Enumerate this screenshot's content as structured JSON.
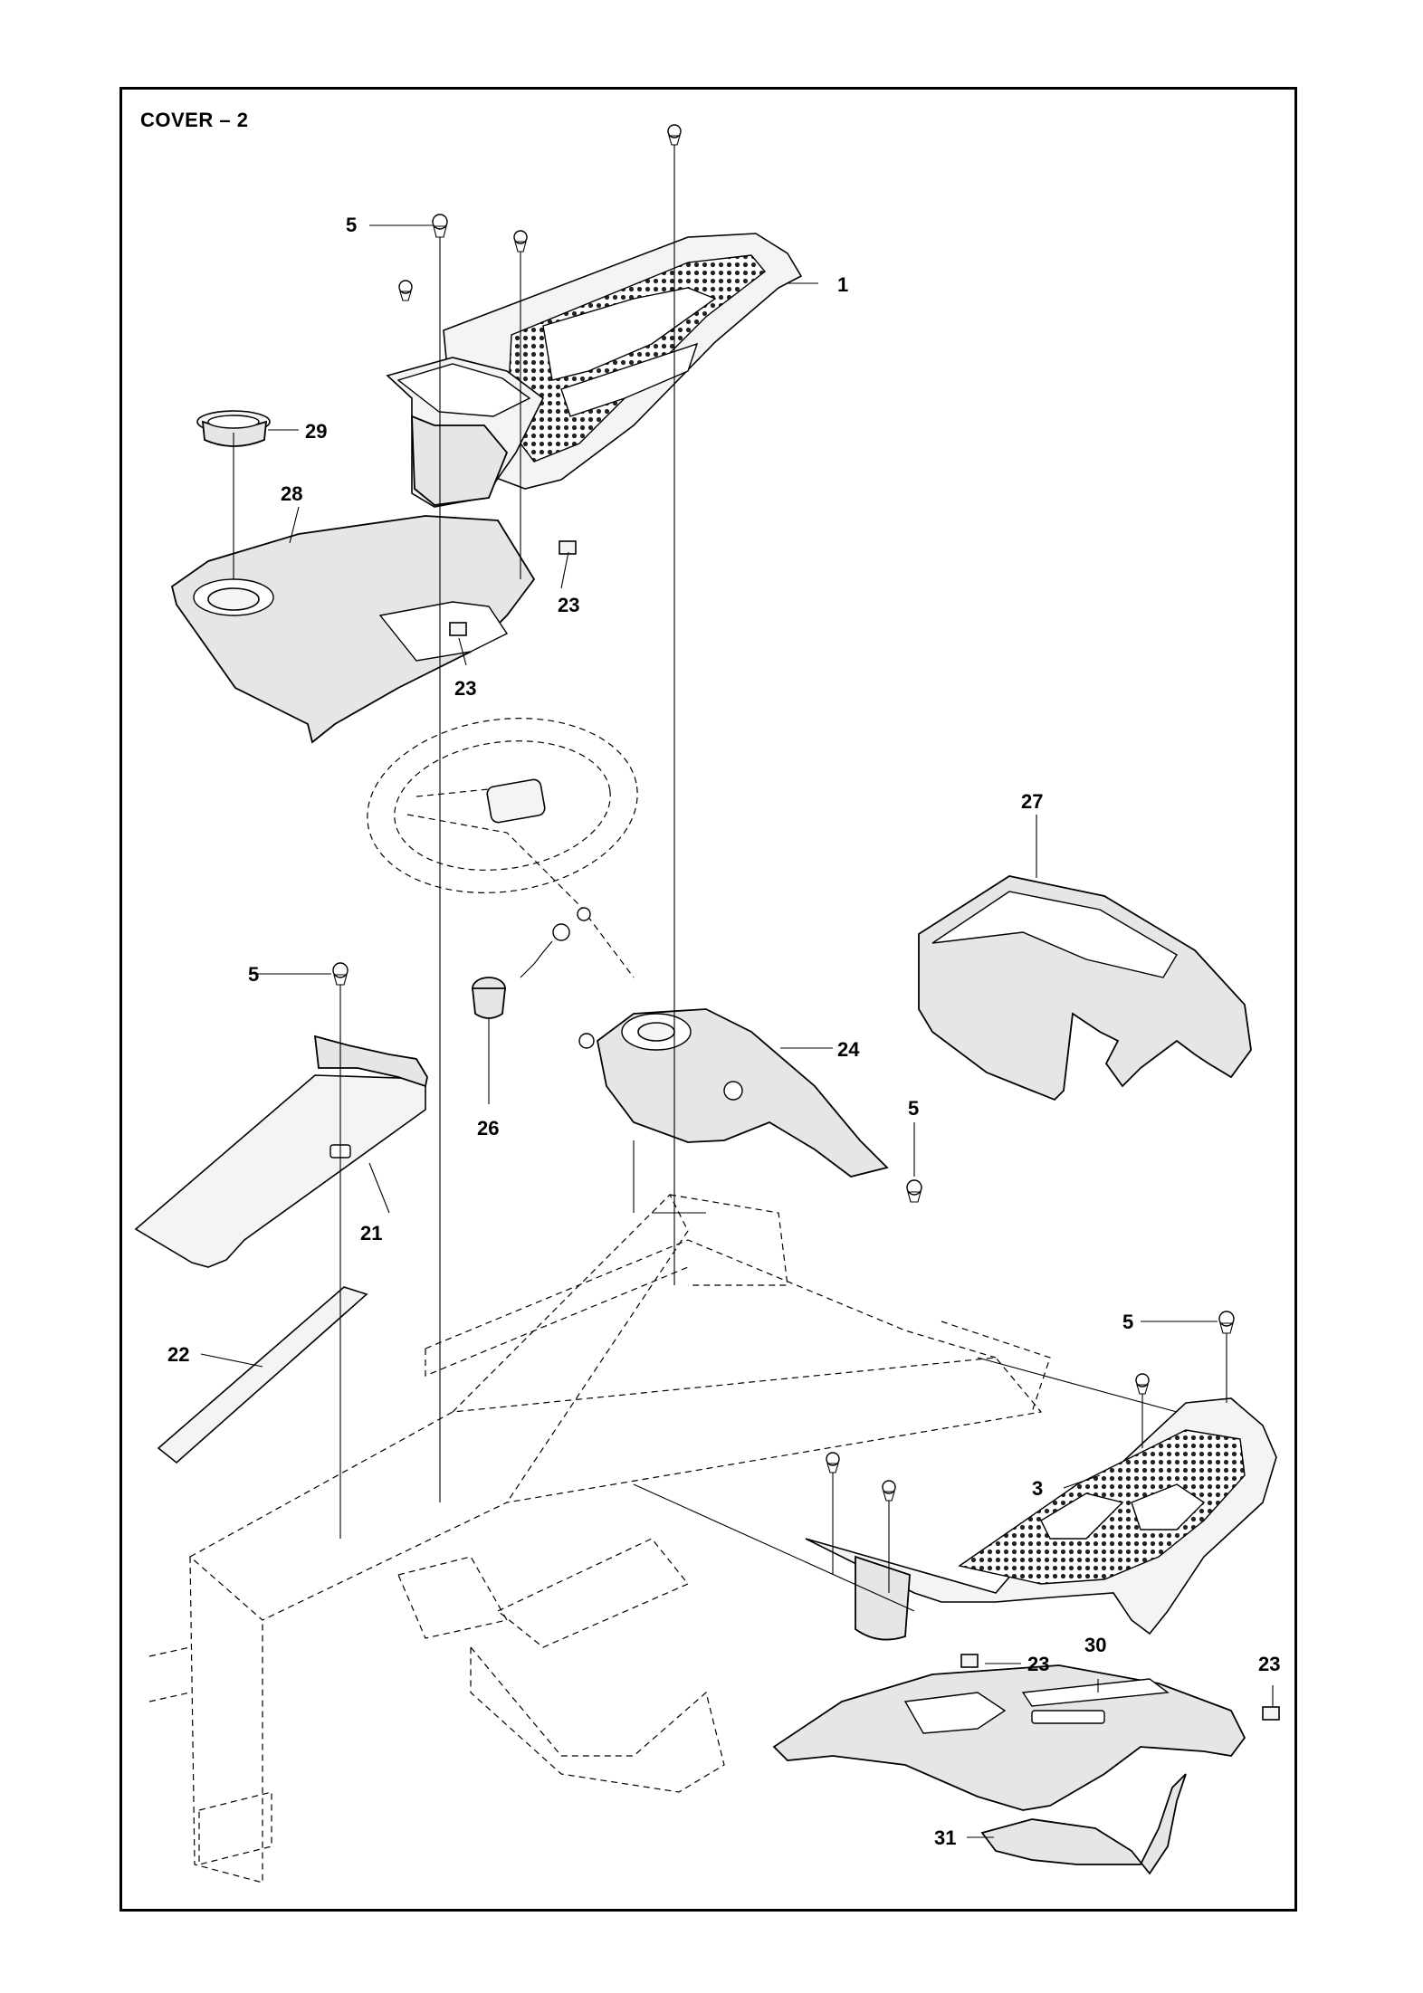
{
  "diagram": {
    "title": "COVER – 2",
    "callouts": {
      "c1": "1",
      "c3": "3",
      "c5a": "5",
      "c5b": "5",
      "c5c": "5",
      "c5d": "5",
      "c21": "21",
      "c22": "22",
      "c23a": "23",
      "c23b": "23",
      "c23c": "23",
      "c23d": "23",
      "c24": "24",
      "c26": "26",
      "c27": "27",
      "c28": "28",
      "c29": "29",
      "c30": "30",
      "c31": "31"
    }
  }
}
